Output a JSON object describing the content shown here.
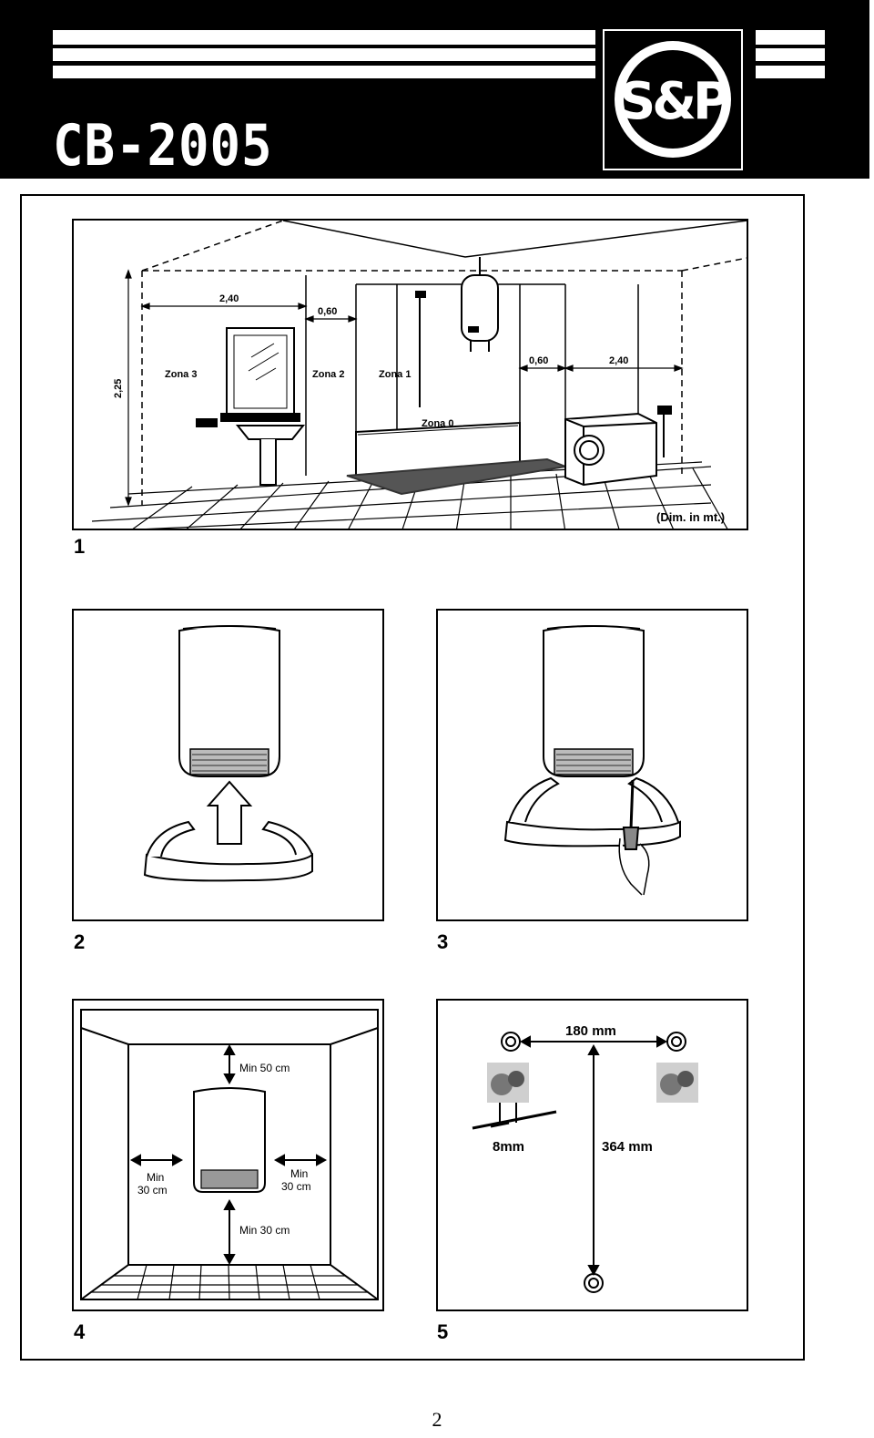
{
  "header": {
    "model": "CB-2005",
    "brand_logo_text": "S&P"
  },
  "figures": [
    {
      "number": "1",
      "labels": {
        "width_left": "2,40",
        "gap_left": "0,60",
        "gap_right": "0,60",
        "width_right": "2,40",
        "height": "2,25",
        "zone3": "Zona 3",
        "zone2": "Zona 2",
        "zone1": "Zona 1",
        "zone0": "Zona 0",
        "units": "(Dim. in mt.)"
      }
    },
    {
      "number": "2"
    },
    {
      "number": "3"
    },
    {
      "number": "4",
      "labels": {
        "top": "Min 50 cm",
        "left_1": "Min",
        "left_2": "30 cm",
        "right_1": "Min",
        "right_2": "30 cm",
        "bottom": "Min 30 cm"
      }
    },
    {
      "number": "5",
      "labels": {
        "horizontal": "180 mm",
        "screw": "8mm",
        "vertical": "364 mm"
      }
    }
  ],
  "page_number": "2"
}
